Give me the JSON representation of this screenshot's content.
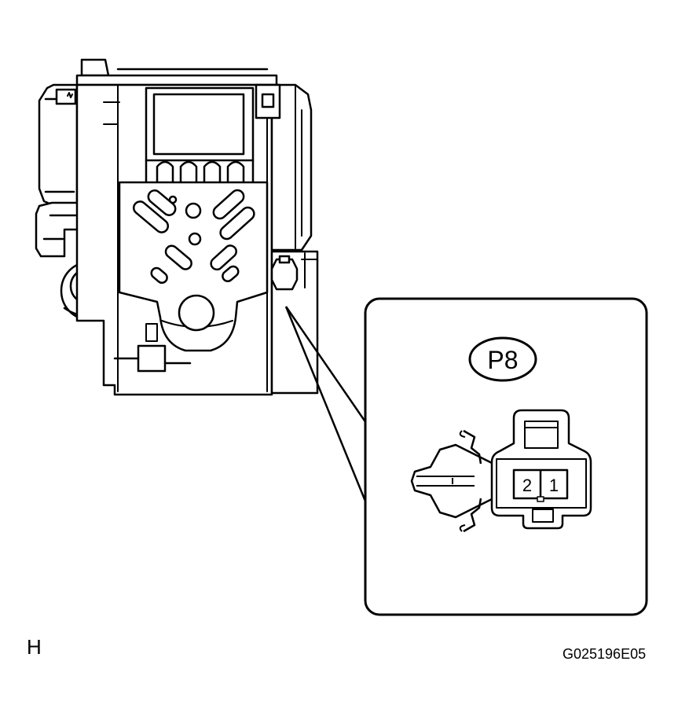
{
  "connector": {
    "code": "P8",
    "pins": [
      "2",
      "1"
    ]
  },
  "view_letter": "H",
  "figure_id": "G025196E05"
}
